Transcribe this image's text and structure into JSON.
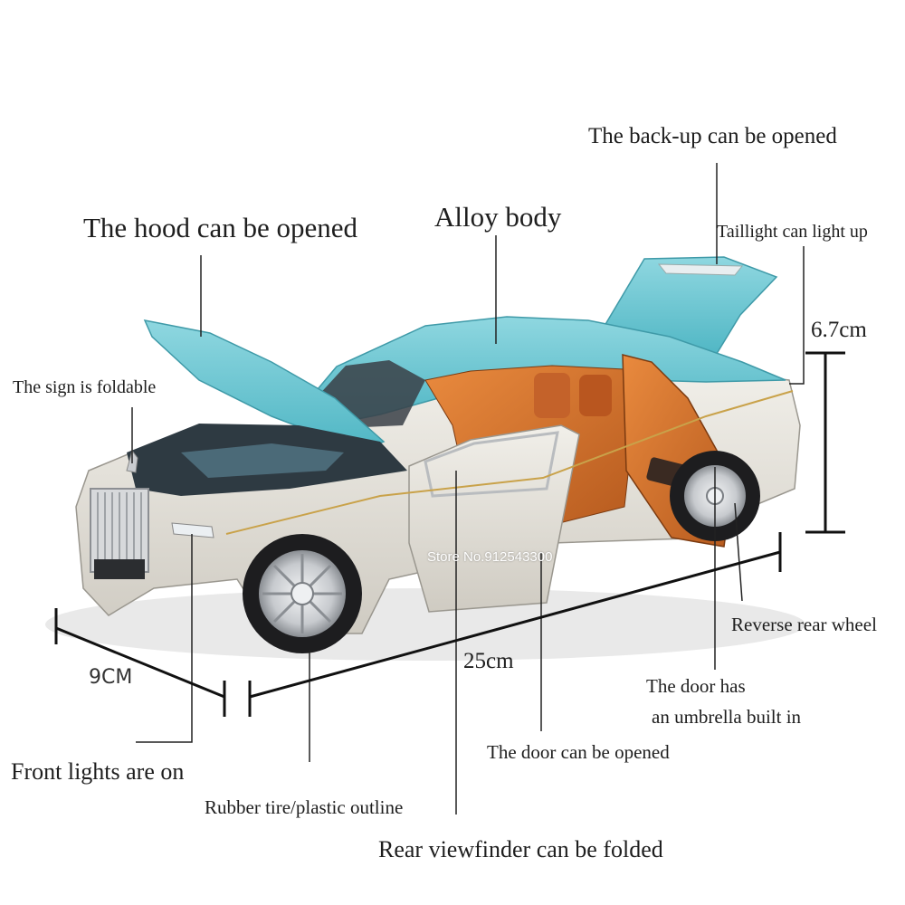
{
  "labels": {
    "backup": "The back-up can be opened",
    "hood": "The hood can be opened",
    "alloy": "Alloy body",
    "taillight": "Taillight can light up",
    "height": "6.7cm",
    "sign": "The sign is foldable",
    "reverse_wheel": "Reverse rear wheel",
    "length": "25cm",
    "width": "9CM",
    "umbrella_1": "The door has",
    "umbrella_2": "an umbrella built in",
    "door": "The door can be opened",
    "front_lights": "Front lights are on",
    "tire": "Rubber tire/plastic outline",
    "viewfinder": "Rear viewfinder can be folded"
  },
  "watermark": "Store No.912543300",
  "colors": {
    "body_white": "#e9e6de",
    "roof_blue": "#6fc8d4",
    "interior_orange": "#d8702a",
    "chrome": "#c9ccd0",
    "tire": "#1d1d1f"
  }
}
